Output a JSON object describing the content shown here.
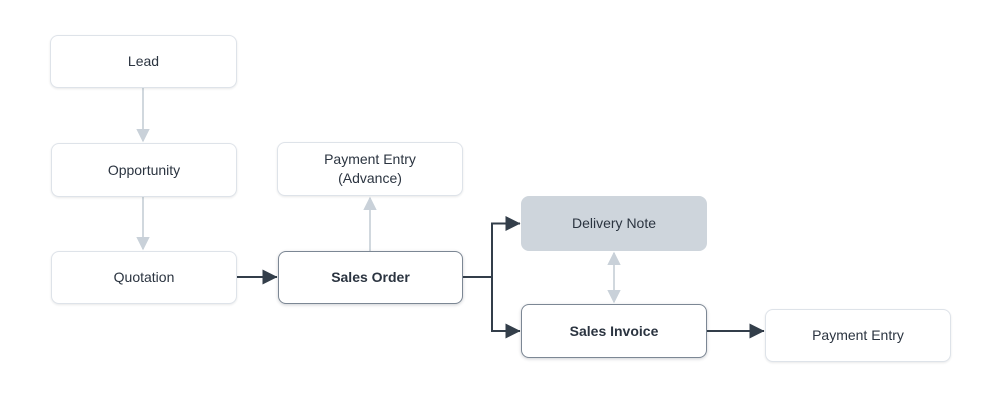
{
  "diagram": {
    "nodes": [
      {
        "id": "lead",
        "label": "Lead",
        "style": "default"
      },
      {
        "id": "opportunity",
        "label": "Opportunity",
        "style": "default"
      },
      {
        "id": "payment-entry-advance",
        "label": "Payment Entry",
        "label2": "(Advance)",
        "style": "default"
      },
      {
        "id": "quotation",
        "label": "Quotation",
        "style": "default"
      },
      {
        "id": "sales-order",
        "label": "Sales Order",
        "style": "emphasized-border-bold"
      },
      {
        "id": "delivery-note",
        "label": "Delivery Note",
        "style": "filled-gray"
      },
      {
        "id": "sales-invoice",
        "label": "Sales Invoice",
        "style": "emphasized-border-bold"
      },
      {
        "id": "payment-entry",
        "label": "Payment Entry",
        "style": "default"
      }
    ],
    "edges": [
      {
        "from": "Lead",
        "to": "Opportunity",
        "style": "light",
        "direction": "down"
      },
      {
        "from": "Opportunity",
        "to": "Quotation",
        "style": "light",
        "direction": "down"
      },
      {
        "from": "Quotation",
        "to": "Sales Order",
        "style": "dark",
        "direction": "right"
      },
      {
        "from": "Sales Order",
        "to": "Payment Entry (Advance)",
        "style": "light",
        "direction": "up"
      },
      {
        "from": "Sales Order",
        "to": "Delivery Note",
        "style": "dark",
        "direction": "branch-right"
      },
      {
        "from": "Sales Order",
        "to": "Sales Invoice",
        "style": "dark",
        "direction": "branch-right"
      },
      {
        "from": "Delivery Note",
        "to": "Sales Invoice",
        "style": "light",
        "direction": "bidirectional"
      },
      {
        "from": "Sales Invoice",
        "to": "Payment Entry",
        "style": "dark",
        "direction": "right"
      }
    ],
    "colors": {
      "background": "#ffffff",
      "node_fill": "#ffffff",
      "node_border_light": "#dee3e9",
      "node_border_strong": "#7c8794",
      "node_fill_highlight": "#ced5dc",
      "arrow_dark": "#333e4a",
      "arrow_light": "#c9d1d9",
      "text": "#2b3440"
    }
  }
}
